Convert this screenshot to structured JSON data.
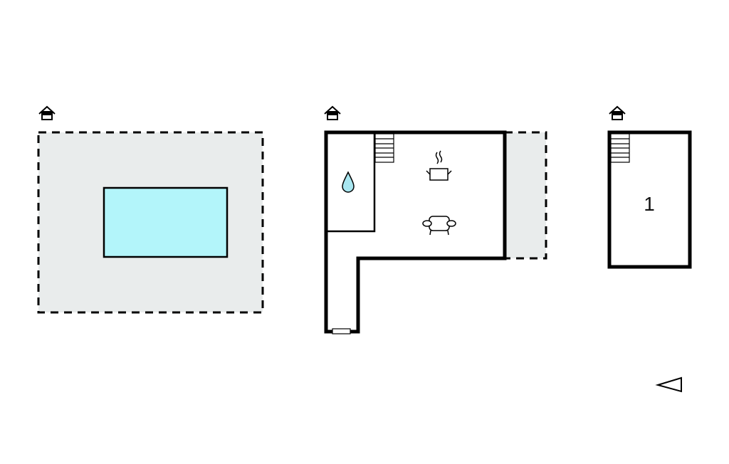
{
  "floors": [
    {
      "name": "pool-area",
      "icon": "house-level-icon"
    },
    {
      "name": "ground-floor",
      "icon": "house-level-icon",
      "rooms": [
        "bathroom",
        "kitchen-living"
      ]
    },
    {
      "name": "upper-floor",
      "icon": "house-level-icon",
      "room_label": "1"
    }
  ],
  "colors": {
    "pool": "#b3f5fa",
    "terrace": "#e9ecec",
    "wall": "#000000",
    "water": "#a8e6f0"
  },
  "compass": "north-arrow-icon"
}
